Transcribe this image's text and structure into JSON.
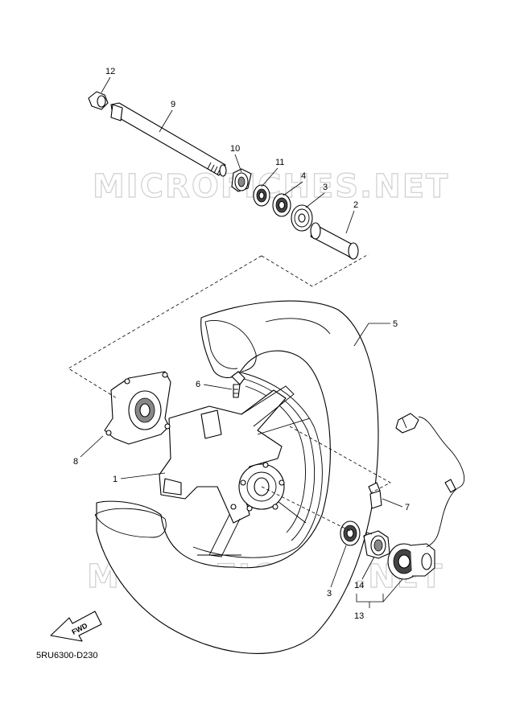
{
  "watermark": {
    "text_top": "MICROFICHES.NET",
    "text_bottom": "MICROFICHES.NET"
  },
  "diagram_code": "5RU6300-D230",
  "fwd_label": "FWD",
  "callouts": {
    "c1": "1",
    "c2": "2",
    "c3_top": "3",
    "c3_bottom": "3",
    "c4": "4",
    "c5": "5",
    "c6": "6",
    "c7": "7",
    "c8": "8",
    "c9": "9",
    "c10": "10",
    "c11": "11",
    "c12": "12",
    "c13": "13",
    "c14": "14"
  }
}
